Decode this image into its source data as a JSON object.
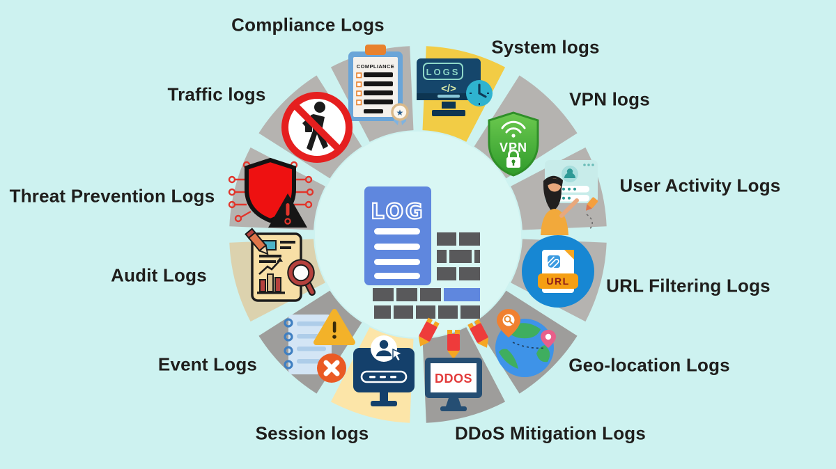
{
  "canvas": {
    "background_color": "#cdf2f0"
  },
  "center": {
    "icon": "log-document-firewall-icon",
    "document_label": "LOG",
    "document_color": "#5f87de",
    "brick_color": "#59595b",
    "highlight_brick_color": "#5f87de",
    "hub_circle_color": "#d9f7f4"
  },
  "ring_colors": {
    "gray": "#b5b3b0",
    "dark_gray": "#9e9d9b",
    "yellow": "#f2cc45",
    "cream": "#fce5a8",
    "tan": "#dcd2ae"
  },
  "segments": [
    {
      "id": "compliance",
      "label": "Compliance Logs",
      "icon": "compliance-clipboard-icon",
      "wedge_color": "#b5b3b0",
      "center_angle": 105,
      "icon_texts": {
        "title": "COMPLIANCE"
      }
    },
    {
      "id": "system",
      "label": "System logs",
      "icon": "system-monitor-logs-icon",
      "wedge_color": "#f2cc45",
      "center_angle": 75,
      "icon_texts": {
        "screen": "LOGS",
        "code": "</>"
      }
    },
    {
      "id": "vpn",
      "label": "VPN logs",
      "icon": "vpn-shield-icon",
      "wedge_color": "#b5b3b0",
      "center_angle": 45,
      "icon_texts": {
        "shield": "VPN"
      }
    },
    {
      "id": "user_activity",
      "label": "User Activity Logs",
      "icon": "user-activity-screen-icon",
      "wedge_color": "#b5b3b0",
      "center_angle": 15,
      "icon_texts": {}
    },
    {
      "id": "url_filtering",
      "label": "URL Filtering Logs",
      "icon": "url-document-icon",
      "wedge_color": "#b5b3b0",
      "center_angle": 345,
      "icon_texts": {
        "pill": "URL"
      }
    },
    {
      "id": "geo_location",
      "label": "Geo-location Logs",
      "icon": "globe-location-pins-icon",
      "wedge_color": "#9e9d9b",
      "center_angle": 315,
      "icon_texts": {}
    },
    {
      "id": "ddos",
      "label": "DDoS Mitigation Logs",
      "icon": "ddos-monitor-missiles-icon",
      "wedge_color": "#9e9d9b",
      "center_angle": 285,
      "icon_texts": {
        "screen": "DDOS"
      }
    },
    {
      "id": "session",
      "label": "Session logs",
      "icon": "session-monitor-user-icon",
      "wedge_color": "#fce5a8",
      "center_angle": 255,
      "icon_texts": {}
    },
    {
      "id": "event",
      "label": "Event Logs",
      "icon": "event-notepad-alert-icon",
      "wedge_color": "#9e9d9b",
      "center_angle": 225,
      "icon_texts": {}
    },
    {
      "id": "audit",
      "label": "Audit Logs",
      "icon": "audit-document-magnifier-icon",
      "wedge_color": "#dcd2ae",
      "center_angle": 195,
      "icon_texts": {}
    },
    {
      "id": "threat",
      "label": "Threat Prevention Logs",
      "icon": "threat-shield-alert-icon",
      "wedge_color": "#b5b3b0",
      "center_angle": 165,
      "icon_texts": {}
    },
    {
      "id": "traffic",
      "label": "Traffic logs",
      "icon": "no-pedestrian-sign-icon",
      "wedge_color": "#b5b3b0",
      "center_angle": 135,
      "icon_texts": {}
    }
  ]
}
